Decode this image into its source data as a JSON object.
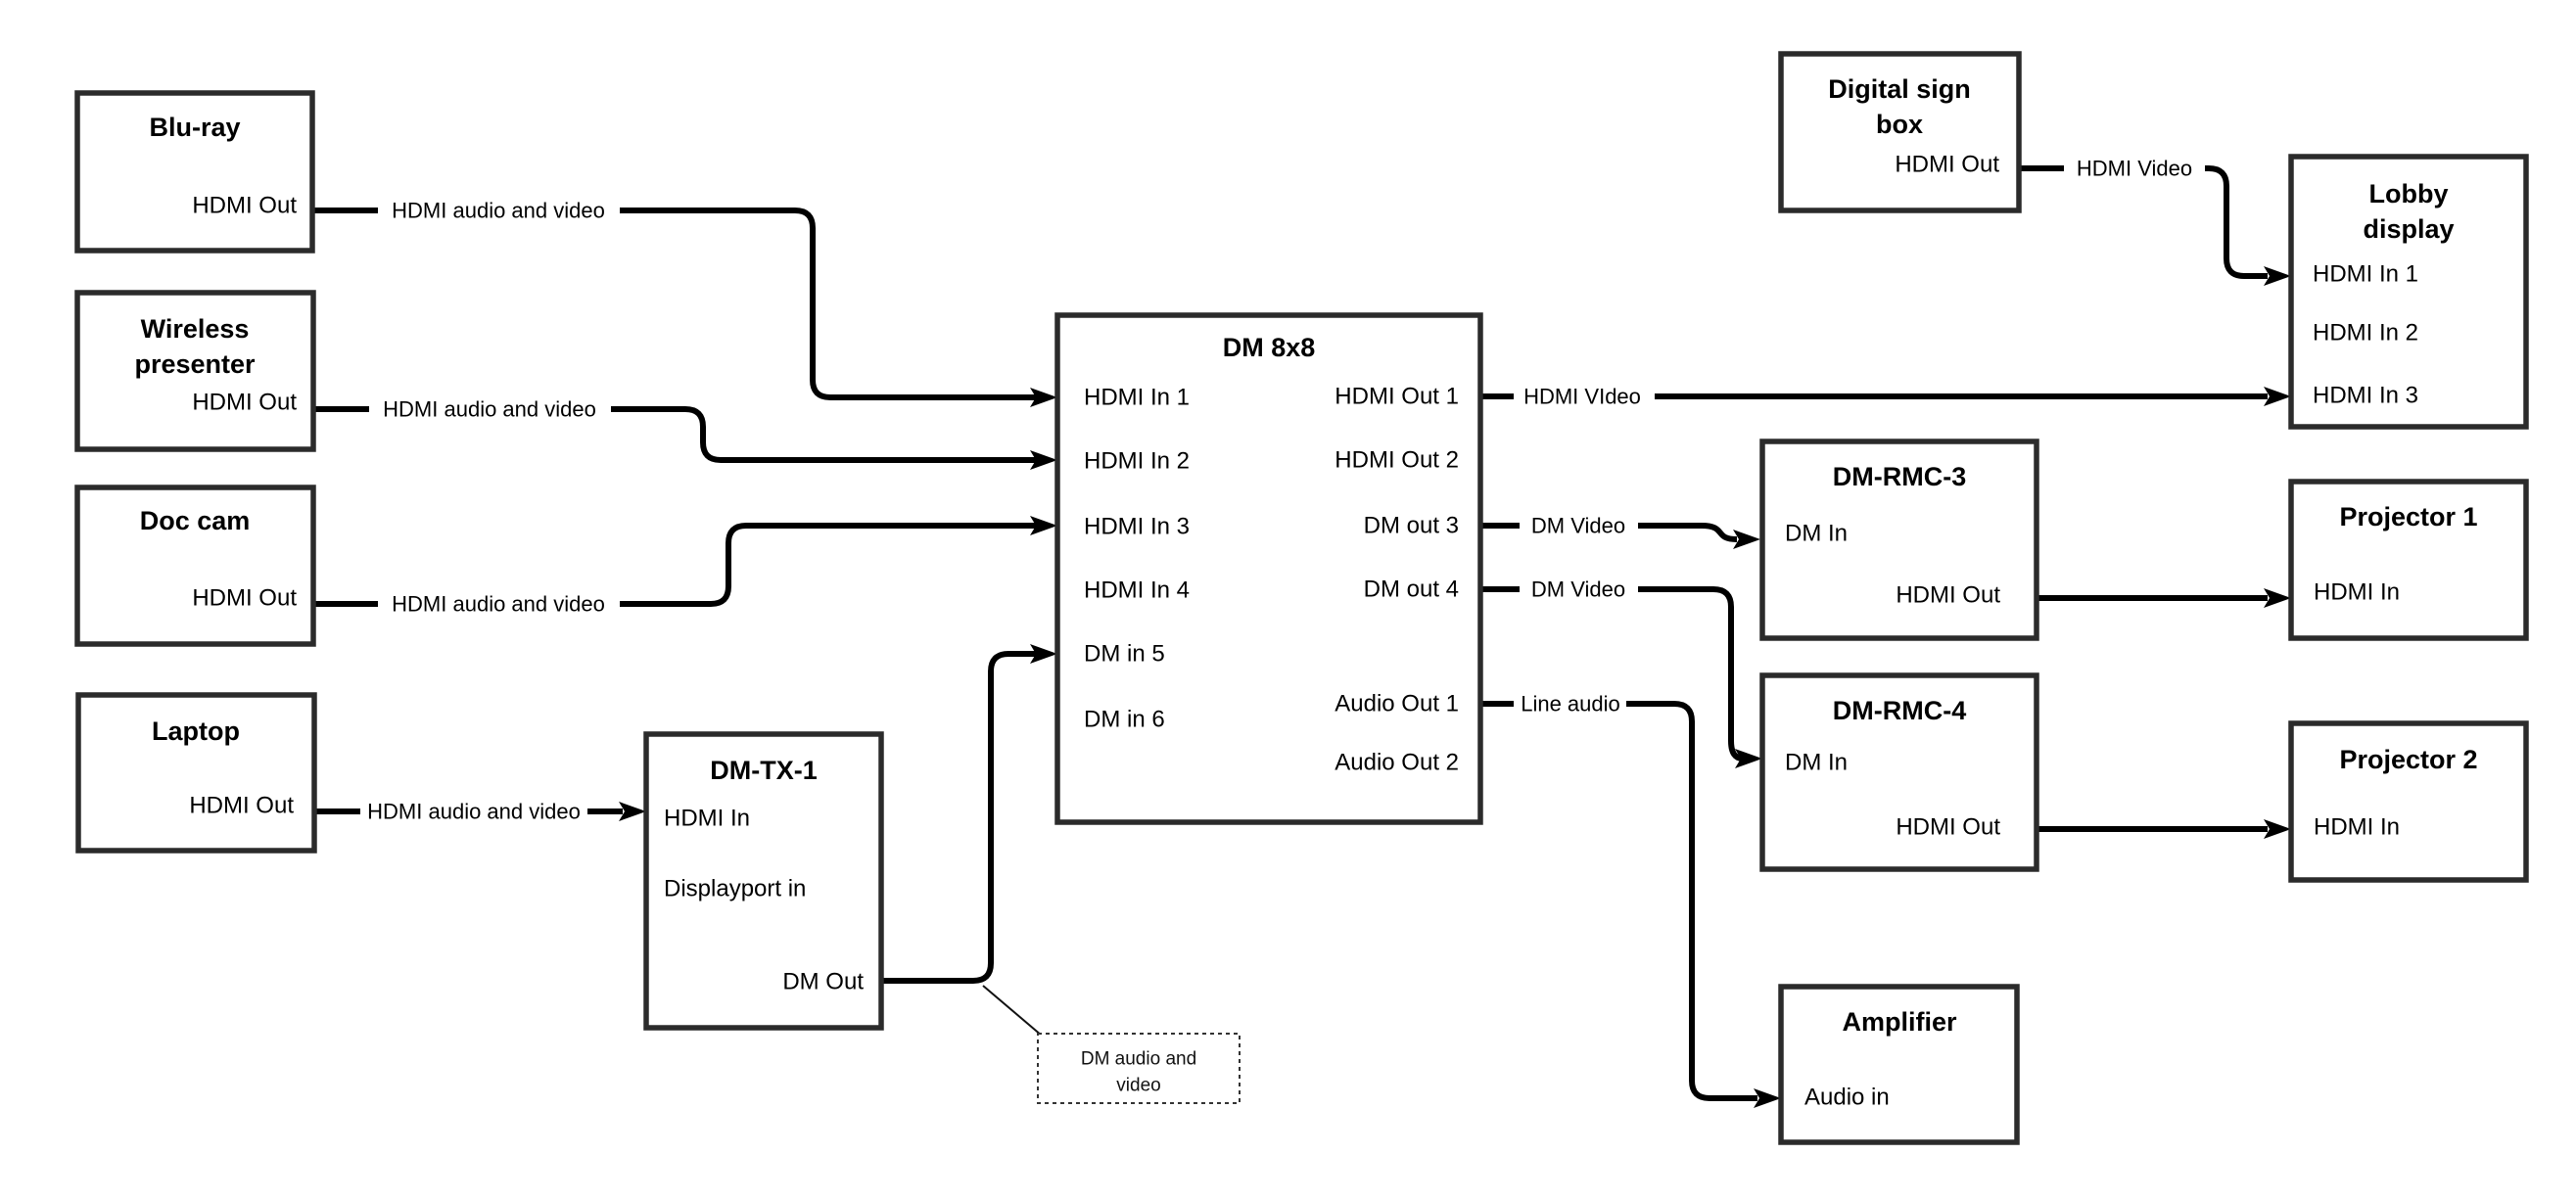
{
  "nodes": {
    "bluray": {
      "title": "Blu-ray",
      "port_hdmi_out": "HDMI Out"
    },
    "wireless_presenter": {
      "title_line1": "Wireless",
      "title_line2": "presenter",
      "port_hdmi_out": "HDMI Out"
    },
    "doc_cam": {
      "title": "Doc cam",
      "port_hdmi_out": "HDMI Out"
    },
    "laptop": {
      "title": "Laptop",
      "port_hdmi_out": "HDMI Out"
    },
    "dm_tx_1": {
      "title": "DM-TX-1",
      "port_hdmi_in": "HDMI In",
      "port_displayport_in": "Displayport in",
      "port_dm_out": "DM Out"
    },
    "dm_8x8": {
      "title": "DM 8x8",
      "port_hdmi_in_1": "HDMI In 1",
      "port_hdmi_in_2": "HDMI In 2",
      "port_hdmi_in_3": "HDMI In 3",
      "port_hdmi_in_4": "HDMI In 4",
      "port_dm_in_5": "DM in 5",
      "port_dm_in_6": "DM in 6",
      "port_hdmi_out_1": "HDMI Out 1",
      "port_hdmi_out_2": "HDMI Out 2",
      "port_dm_out_3": "DM out 3",
      "port_dm_out_4": "DM out 4",
      "port_audio_out_1": "Audio Out 1",
      "port_audio_out_2": "Audio Out 2"
    },
    "digital_sign_box": {
      "title_line1": "Digital sign",
      "title_line2": "box",
      "port_hdmi_out": "HDMI Out"
    },
    "lobby_display": {
      "title_line1": "Lobby",
      "title_line2": "display",
      "port_hdmi_in_1": "HDMI In 1",
      "port_hdmi_in_2": "HDMI In 2",
      "port_hdmi_in_3": "HDMI In 3"
    },
    "dm_rmc_3": {
      "title": "DM-RMC-3",
      "port_dm_in": "DM In",
      "port_hdmi_out": "HDMI Out"
    },
    "projector_1": {
      "title": "Projector 1",
      "port_hdmi_in": "HDMI In"
    },
    "dm_rmc_4": {
      "title": "DM-RMC-4",
      "port_dm_in": "DM In",
      "port_hdmi_out": "HDMI Out"
    },
    "projector_2": {
      "title": "Projector 2",
      "port_hdmi_in": "HDMI In"
    },
    "amplifier": {
      "title": "Amplifier",
      "port_audio_in": "Audio in"
    }
  },
  "wire_labels": {
    "bluray_to_dm8x8": "HDMI audio and video",
    "wireless_to_dm8x8": "HDMI audio and video",
    "doccam_to_dm8x8": "HDMI audio and video",
    "laptop_to_dmtx1": "HDMI audio and video",
    "hdmiout1_to_lobby": "HDMI VIdeo",
    "dmout3_to_rmc3": "DM Video",
    "dmout4_to_rmc4": "DM Video",
    "audioout1_to_amp": "Line audio",
    "digitalsign_to_lobby": "HDMI Video"
  },
  "callout": {
    "line1": "DM audio and",
    "line2": "video"
  },
  "colors": {
    "background": "#ffffff",
    "box_border": "#2b2b2b",
    "wire": "#000000",
    "text": "#000000"
  }
}
